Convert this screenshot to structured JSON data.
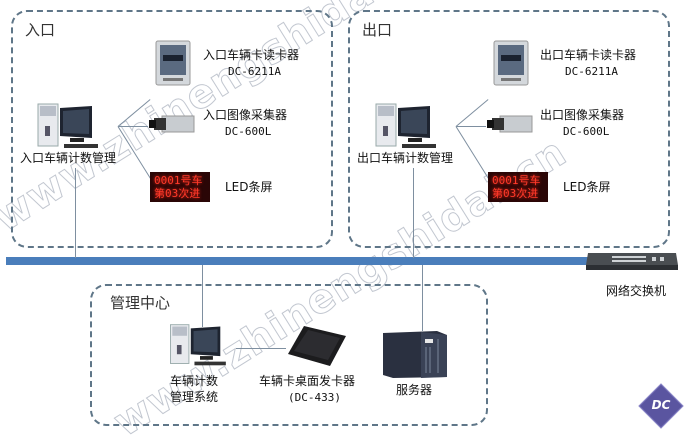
{
  "zones": {
    "entrance": {
      "title": "入口"
    },
    "exit": {
      "title": "出口"
    },
    "management": {
      "title": "管理中心"
    }
  },
  "entrance": {
    "computer_label": "入口车辆计数管理",
    "card_reader": {
      "name": "入口车辆卡读卡器",
      "model": "DC-6211A"
    },
    "camera": {
      "name": "入口图像采集器",
      "model": "DC-600L"
    },
    "led": {
      "name": "LED条屏",
      "line1": "0001号车",
      "line2": "第03次进"
    }
  },
  "exit": {
    "computer_label": "出口车辆计数管理",
    "card_reader": {
      "name": "出口车辆卡读卡器",
      "model": "DC-6211A"
    },
    "camera": {
      "name": "出口图像采集器",
      "model": "DC-600L"
    },
    "led": {
      "name": "LED条屏",
      "line1": "0001号车",
      "line2": "第03次进"
    }
  },
  "management": {
    "computer_label_line1": "车辆计数",
    "computer_label_line2": "管理系统",
    "desktop_issuer": {
      "name": "车辆卡桌面发卡器",
      "model": "(DC-433)"
    },
    "server": {
      "name": "服务器"
    }
  },
  "network": {
    "switch_label": "网络交换机",
    "bus_color": "#4a7ebb"
  },
  "watermark": {
    "text": "www.zhinengshidai.cn"
  },
  "logo": {
    "text": "DC",
    "color": "#5a55a0"
  }
}
